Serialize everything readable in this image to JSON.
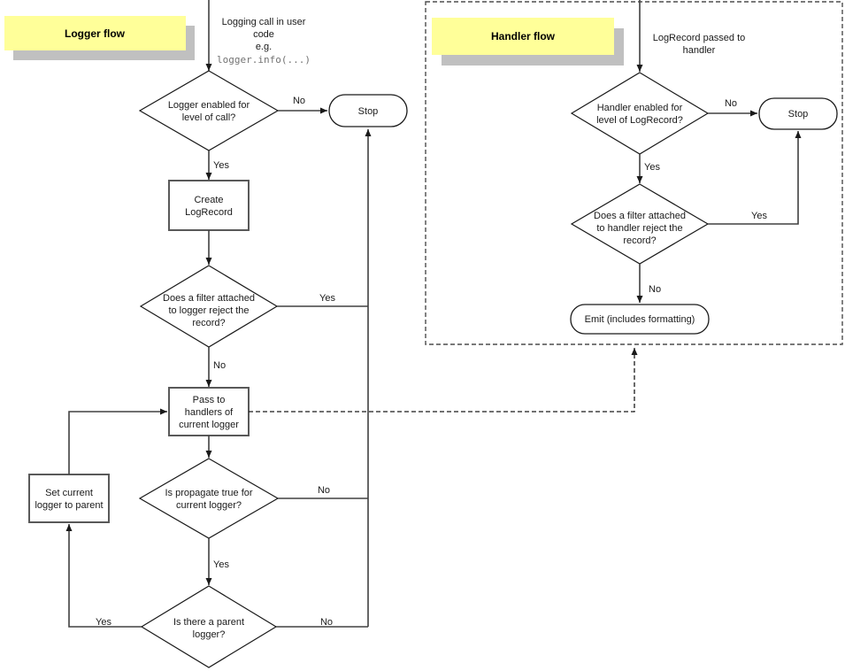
{
  "colors": {
    "sticky_yellow": "#ffff99",
    "sticky_shadow": "#c0c0c0",
    "line": "#404040",
    "node_stroke": "#1a1a1a",
    "rect_stroke": "#595959",
    "text": "#1a1a1a",
    "code": "#737373",
    "frame": "#4d4d4d"
  },
  "labels": {
    "yes": "Yes",
    "no": "No",
    "stop": "Stop"
  },
  "logger_flow": {
    "title": "Logger flow",
    "entry": {
      "line1": "Logging call in user",
      "line2": "code",
      "line3": "e.g.",
      "code": "logger.info(...)"
    },
    "level_check": {
      "line1": "Logger enabled for",
      "line2": "level of call?"
    },
    "create_record": {
      "line1": "Create",
      "line2": "LogRecord"
    },
    "filter_check": {
      "line1": "Does a filter attached",
      "line2": "to logger reject the",
      "line3": "record?"
    },
    "pass_handlers": {
      "line1": "Pass to",
      "line2": "handlers of",
      "line3": "current logger"
    },
    "propagate_check": {
      "line1": "Is propagate true for",
      "line2": "current logger?"
    },
    "parent_check": {
      "line1": "Is there a parent",
      "line2": "logger?"
    },
    "set_parent": {
      "line1": "Set current",
      "line2": "logger to parent"
    }
  },
  "handler_flow": {
    "title": "Handler flow",
    "entry": {
      "line1": "LogRecord passed to",
      "line2": "handler"
    },
    "level_check": {
      "line1": "Handler enabled for",
      "line2": "level of LogRecord?"
    },
    "filter_check": {
      "line1": "Does a filter attached",
      "line2": "to handler reject the",
      "line3": "record?"
    },
    "emit": {
      "line1": "Emit (includes formatting)"
    }
  }
}
